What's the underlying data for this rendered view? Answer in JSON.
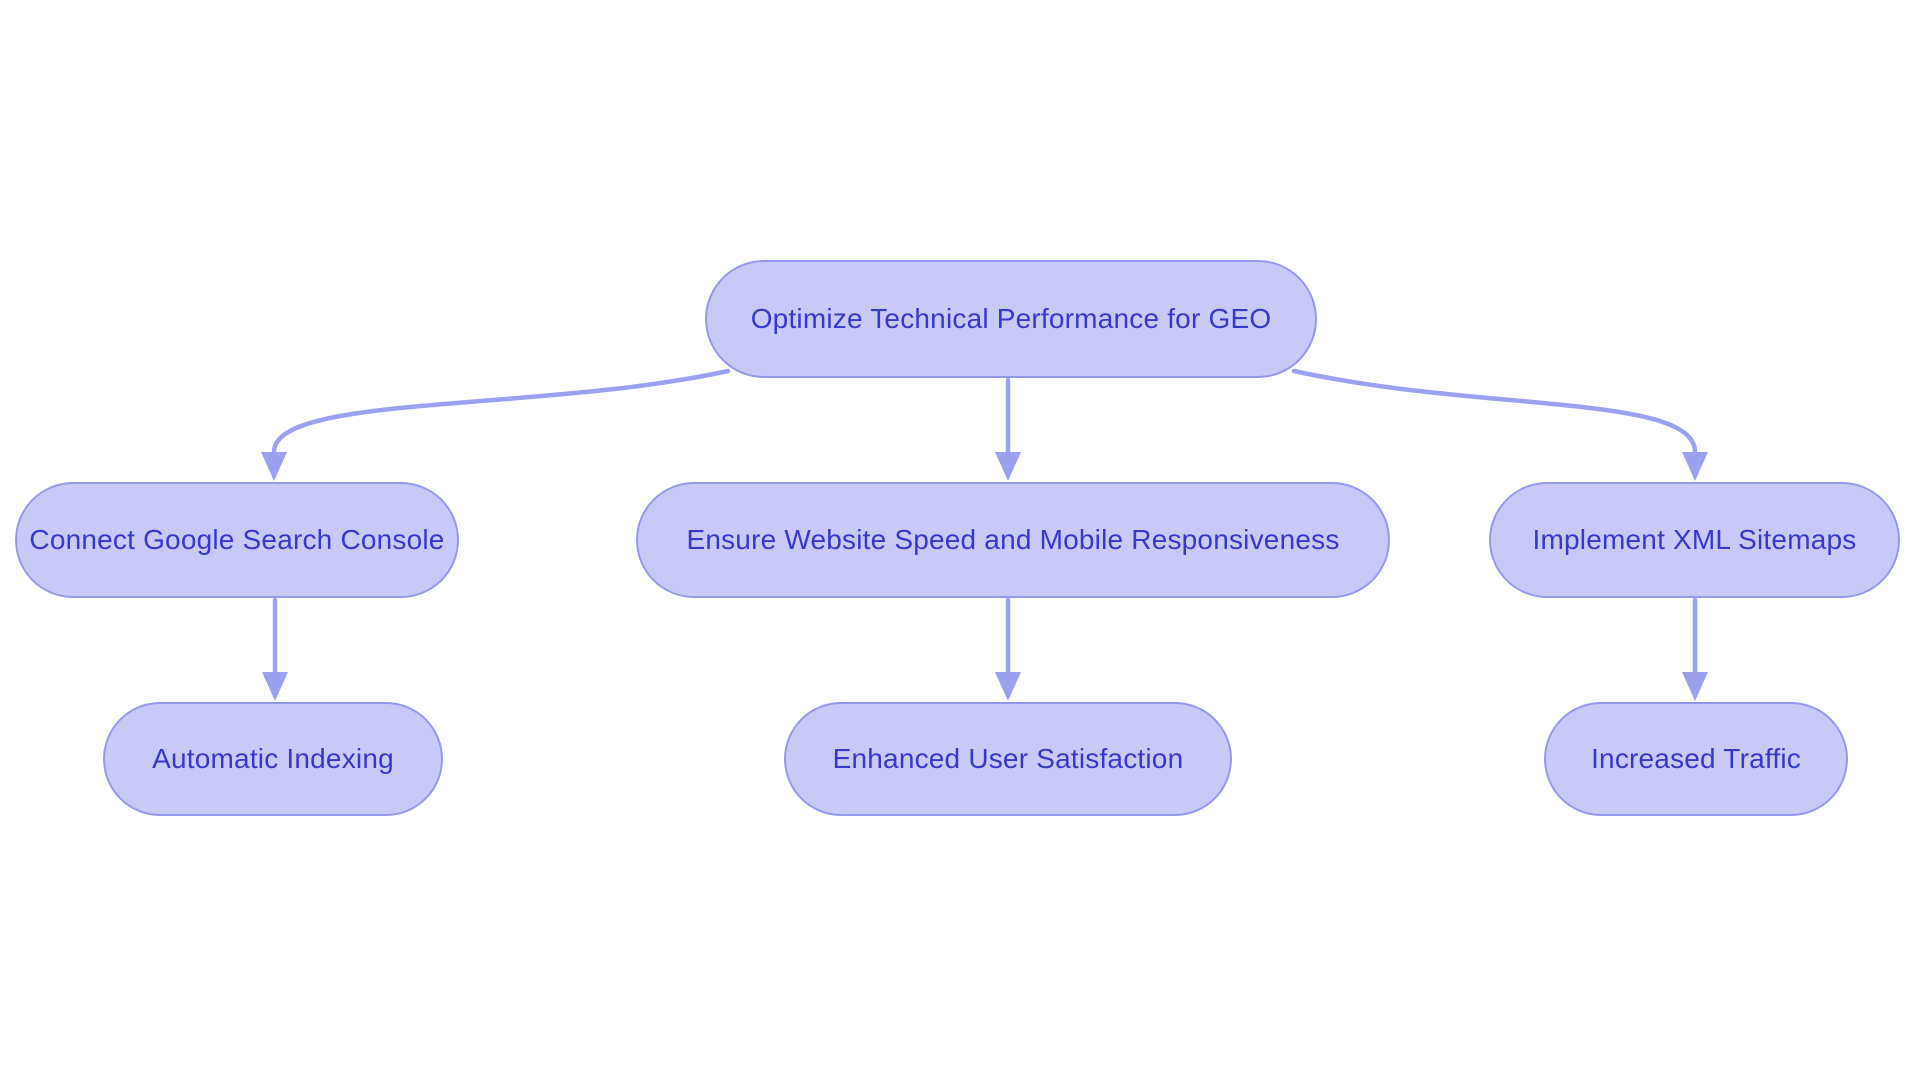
{
  "diagram": {
    "type": "flowchart",
    "direction": "top-down",
    "background": "#ffffff",
    "colors": {
      "node_fill": "#c9c9f8",
      "node_border": "#9599ea",
      "node_text": "#3538c8",
      "edge": "#9ba0f0"
    },
    "nodes": {
      "root": {
        "label": "Optimize Technical Performance for GEO"
      },
      "gsc": {
        "label": "Connect Google Search Console"
      },
      "speed": {
        "label": "Ensure Website Speed and Mobile Responsiveness"
      },
      "xml": {
        "label": "Implement XML Sitemaps"
      },
      "indexing": {
        "label": "Automatic Indexing"
      },
      "satisfaction": {
        "label": "Enhanced User Satisfaction"
      },
      "traffic": {
        "label": "Increased Traffic"
      }
    },
    "edges": [
      {
        "from": "root",
        "to": "gsc"
      },
      {
        "from": "root",
        "to": "speed"
      },
      {
        "from": "root",
        "to": "xml"
      },
      {
        "from": "gsc",
        "to": "indexing"
      },
      {
        "from": "speed",
        "to": "satisfaction"
      },
      {
        "from": "xml",
        "to": "traffic"
      }
    ]
  }
}
